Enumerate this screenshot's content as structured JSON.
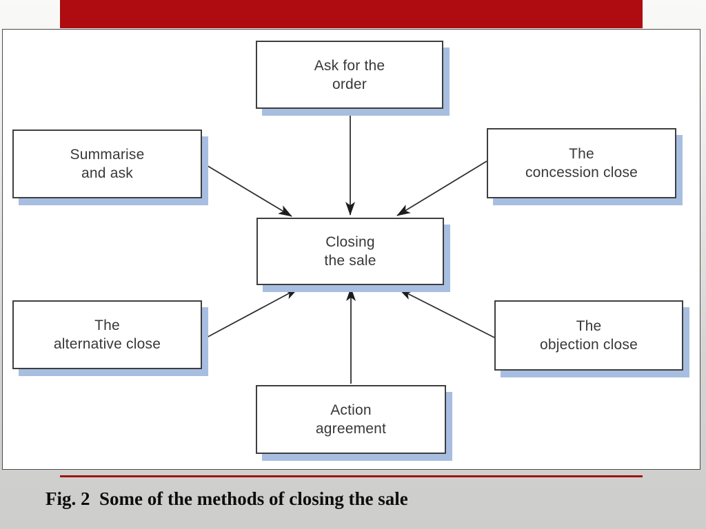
{
  "slide": {
    "caption": "Fig. 2  Some of the methods of closing the sale"
  },
  "diagram": {
    "title": "Some of the methods of closing the sale",
    "center_node": {
      "id": "closing-the-sale",
      "label": "Closing\nthe sale"
    },
    "nodes": [
      {
        "id": "ask-for-the-order",
        "label": "Ask for the\norder"
      },
      {
        "id": "summarise-and-ask",
        "label": "Summarise\nand ask"
      },
      {
        "id": "the-concession-close",
        "label": "The\nconcession close"
      },
      {
        "id": "the-alternative-close",
        "label": "The\nalternative close"
      },
      {
        "id": "the-objection-close",
        "label": "The\nobjection close"
      },
      {
        "id": "action-agreement",
        "label": "Action\nagreement"
      }
    ],
    "edges": [
      {
        "from": "ask-for-the-order",
        "to": "closing-the-sale"
      },
      {
        "from": "summarise-and-ask",
        "to": "closing-the-sale"
      },
      {
        "from": "the-concession-close",
        "to": "closing-the-sale"
      },
      {
        "from": "the-alternative-close",
        "to": "closing-the-sale"
      },
      {
        "from": "the-objection-close",
        "to": "closing-the-sale"
      },
      {
        "from": "action-agreement",
        "to": "closing-the-sale"
      }
    ]
  },
  "colors": {
    "top_bar_red": "#ae0c10",
    "rule_red": "#9e1210",
    "box_shadow_blue": "#a7bee0",
    "box_border": "#3e3e3e",
    "box_text": "#383838",
    "canvas_bg": "#ffffff",
    "slide_bg_top": "#f9f9f8",
    "slide_bg_bottom": "#cdcdcb"
  }
}
